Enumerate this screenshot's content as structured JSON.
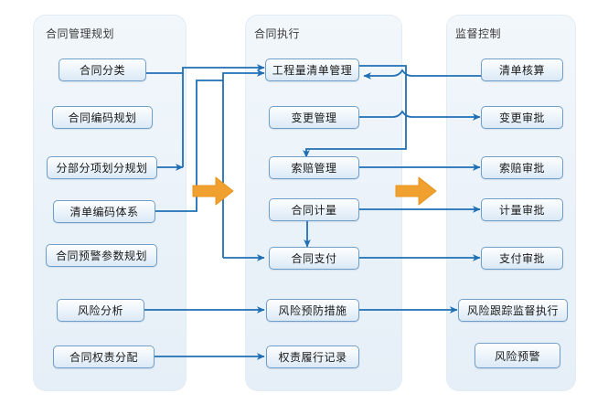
{
  "diagram": {
    "title": "",
    "accent_color": "#1f6fb4",
    "orange_color": "#f0a02e",
    "panel_bg": "#eaf2f9",
    "node_border": "#6f9fc8"
  },
  "columns": [
    {
      "id": "planning",
      "title": "合同管理规划",
      "nodes": [
        {
          "id": "p1",
          "label": "合同分类"
        },
        {
          "id": "p2",
          "label": "合同编码规划"
        },
        {
          "id": "p3",
          "label": "分部分项划分规划"
        },
        {
          "id": "p4",
          "label": "清单编码体系"
        },
        {
          "id": "p5",
          "label": "合同预警参数规划"
        },
        {
          "id": "p6",
          "label": "风险分析"
        },
        {
          "id": "p7",
          "label": "合同权责分配"
        }
      ]
    },
    {
      "id": "execution",
      "title": "合同执行",
      "nodes": [
        {
          "id": "e1",
          "label": "工程量清单管理"
        },
        {
          "id": "e2",
          "label": "变更管理"
        },
        {
          "id": "e3",
          "label": "索赔管理"
        },
        {
          "id": "e4",
          "label": "合同计量"
        },
        {
          "id": "e5",
          "label": "合同支付"
        },
        {
          "id": "e6",
          "label": "风险预防措施"
        },
        {
          "id": "e7",
          "label": "权责履行记录"
        }
      ]
    },
    {
      "id": "supervision",
      "title": "监督控制",
      "nodes": [
        {
          "id": "s1",
          "label": "清单核算"
        },
        {
          "id": "s2",
          "label": "变更审批"
        },
        {
          "id": "s3",
          "label": "索赔审批"
        },
        {
          "id": "s4",
          "label": "计量审批"
        },
        {
          "id": "s5",
          "label": "支付审批"
        },
        {
          "id": "s6",
          "label": "风险跟踪监督执行"
        },
        {
          "id": "s7",
          "label": "风险预警"
        }
      ]
    }
  ],
  "stage_arrows": [
    {
      "id": "orange-arrow-1",
      "name": "planning-to-execution-arrow"
    },
    {
      "id": "orange-arrow-2",
      "name": "execution-to-supervision-arrow"
    }
  ]
}
